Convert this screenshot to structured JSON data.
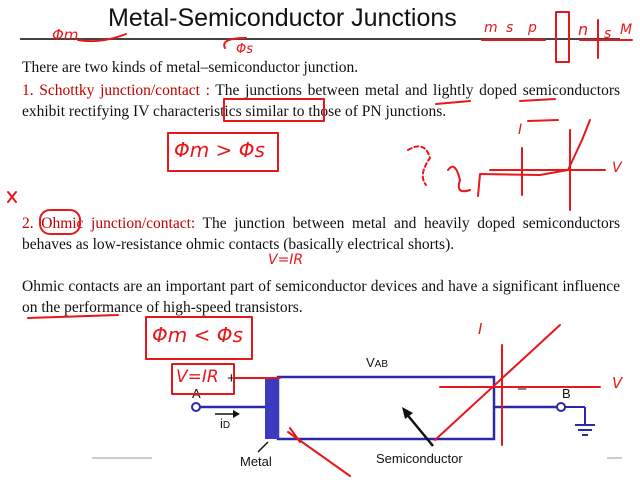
{
  "slide": {
    "title": "Metal-Semiconductor Junctions",
    "intro": "There are two kinds of metal–semiconductor junction.",
    "item1": {
      "number": "1.",
      "term": "Schottky junction/contact :",
      "text": " The junctions between metal and lightly doped semiconductors exhibit rectifying IV characteristics similar to those of PN junctions."
    },
    "item2": {
      "number": "2.",
      "term": "Ohmic junction/contact:",
      "text": " The junction between metal and heavily doped semiconductors behaves as low-resistance ohmic contacts (basically electrical shorts)."
    },
    "item3": {
      "text": "Ohmic contacts are an important part of semiconductor devices and have a significant influence on the performance of high-speed transistors."
    }
  },
  "diagram": {
    "label_vab": "V",
    "label_vab_sub": "AB",
    "label_a": "A",
    "label_b": "B",
    "label_id": "i",
    "label_id_sub": "D",
    "label_plus": "+",
    "label_minus": "–",
    "label_metal": "Metal",
    "label_semiconductor": "Semiconductor",
    "colors": {
      "metal": "#3b3bbd",
      "box": "#2a2aa8",
      "wire": "#2a2aa8",
      "ink": "#e8171b"
    }
  },
  "annotations": {
    "phi_m": "Φm",
    "phi_s": "Φs",
    "band_labels": [
      "m",
      "s",
      "p",
      "n",
      "s",
      "M"
    ],
    "schottky_condition": "Φm > Φs",
    "ohmic_condition": "Φm < Φs",
    "v_ir_1": "V=IR",
    "v_ir_2": "V=IR",
    "axis_i_1": "I",
    "axis_v_1": "V",
    "axis_i_2": "I",
    "axis_v_2": "V"
  }
}
